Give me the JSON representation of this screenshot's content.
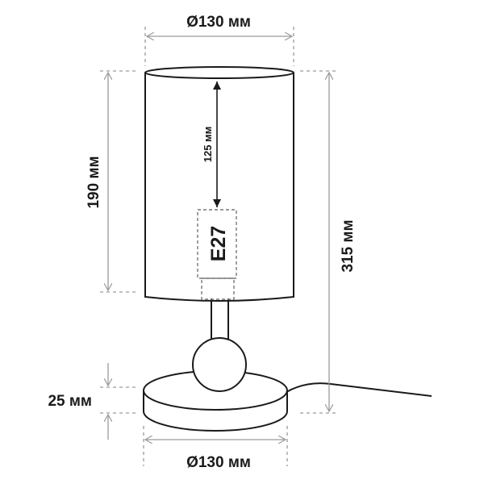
{
  "diagram": {
    "top_diameter_label": "Ø130 мм",
    "bottom_diameter_label": "Ø130 мм",
    "shade_height_label": "190 мм",
    "total_height_label": "315 мм",
    "base_height_label": "25 мм",
    "socket_depth_label": "125 мм",
    "socket_label": "E27"
  },
  "colors": {
    "outline": "#1a1a1a",
    "dimension_line": "#9a9a9a",
    "socket_box": "#777777"
  }
}
